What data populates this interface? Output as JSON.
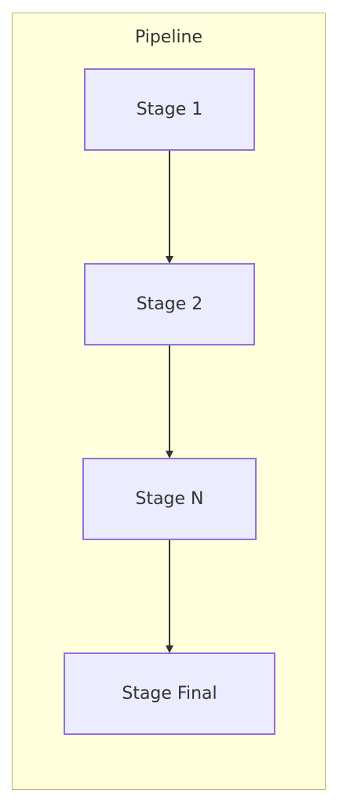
{
  "subgraph": {
    "title": "Pipeline"
  },
  "nodes": [
    {
      "id": "stage1",
      "label": "Stage 1"
    },
    {
      "id": "stage2",
      "label": "Stage 2"
    },
    {
      "id": "stageN",
      "label": "Stage N"
    },
    {
      "id": "stageFinal",
      "label": "Stage Final"
    }
  ],
  "edges": [
    {
      "from": "stage1",
      "to": "stage2"
    },
    {
      "from": "stage2",
      "to": "stageN"
    },
    {
      "from": "stageN",
      "to": "stageFinal"
    }
  ],
  "colors": {
    "subgraph_fill": "#ffffde",
    "subgraph_border": "#b8b86a",
    "node_fill": "#ececff",
    "node_border": "#9370db",
    "edge": "#333333",
    "text": "#333333"
  }
}
